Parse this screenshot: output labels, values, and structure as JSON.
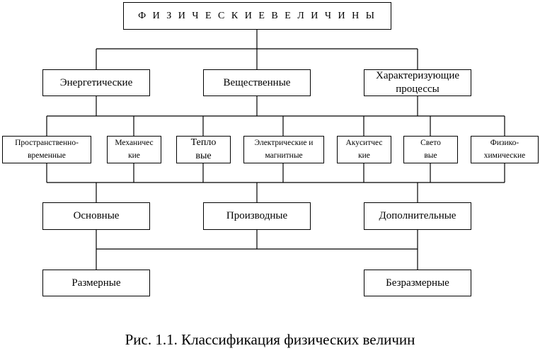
{
  "title": "Ф И З И Ч Е С К И Е    В Е Л И Ч И Н Ы",
  "groups": [
    "Энергетические",
    "Вещественные",
    "Характеризующие\nпроцессы"
  ],
  "fields": [
    "Пространственно-\nвременные",
    "Механичес\nкие",
    "Тепло\nвые",
    "Электрические и\nмагнитные",
    "Акуситчес\nкие",
    "Свето\nвые",
    "Физико-\nхимические"
  ],
  "kinds": [
    "Основные",
    "Производные",
    "Дополнительные"
  ],
  "dims": [
    "Размерные",
    "Безразмерные"
  ],
  "caption": "Рис. 1.1. Классификация физических величин",
  "colors": {
    "line": "#000000",
    "background": "#ffffff"
  }
}
